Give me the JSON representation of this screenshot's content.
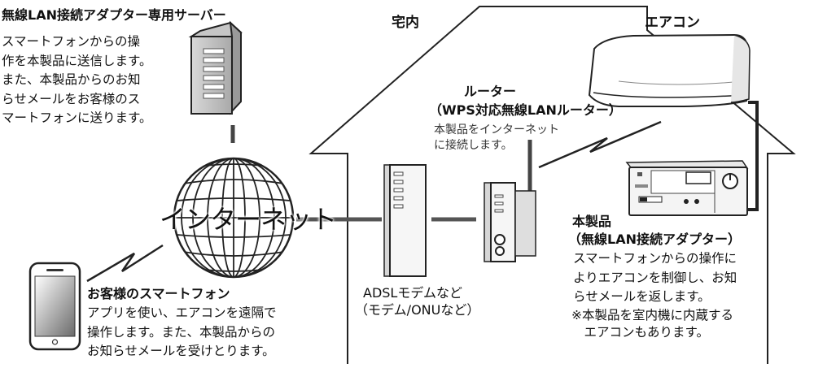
{
  "server": {
    "title": "無線LAN接続アダプター専用サーバー",
    "description": [
      "スマートフォンからの操",
      "作を本製品に送信します。",
      "また、本製品からのお知",
      "らせメールをお客様のス",
      "マートフォンに送ります。"
    ]
  },
  "home_label": "宅内",
  "aircon_label": "エアコン",
  "internet_label": "インターネット",
  "router": {
    "title": [
      "ルーター",
      "（WPS対応無線LANルーター）"
    ],
    "description": [
      "本製品をインターネット",
      "に接続します。"
    ]
  },
  "modem": {
    "label": [
      "ADSLモデムなど",
      "（モデム/ONUなど）"
    ]
  },
  "product": {
    "title": [
      "本製品",
      "（無線LAN接続アダプター）"
    ],
    "description": [
      "スマートフォンからの操作に",
      "よりエアコンを制御し、お知",
      "らせメールを返します。"
    ],
    "note": [
      "※本製品を室内機に内蔵する",
      "　エアコンもあります。"
    ]
  },
  "smartphone": {
    "title": "お客様のスマートフォン",
    "description": [
      "アプリを使い、エアコンを遠隔で",
      "操作します。また、本製品からの",
      "お知らせメールを受けとります。"
    ]
  },
  "colors": {
    "stroke": "#222222",
    "device": "#f2f2f2",
    "server_shade": "#b9b9b9"
  }
}
